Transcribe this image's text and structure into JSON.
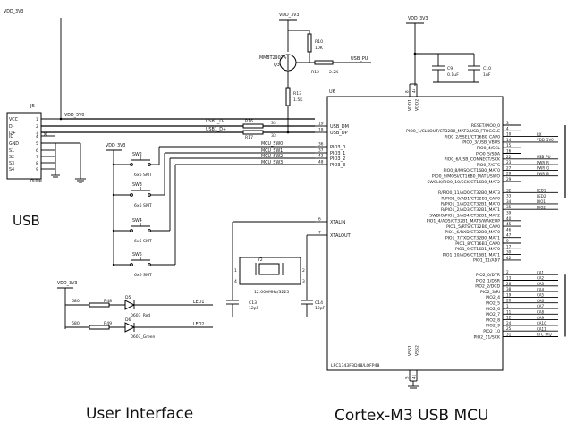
{
  "captions": {
    "usb": "USB",
    "ui": "User Interface",
    "mcu": "Cortex-M3 USB MCU"
  },
  "nets": {
    "vdd_top_left": "VDD_3V3",
    "vdd_q3": "VDD_3V3",
    "vdd_caps": "VDD_3V3",
    "vdd_sw": "VDD_3V3",
    "vdd_led": "VDD_3V3",
    "vdd_5v0": "VDD_5V0",
    "usb_dm": "USB1_D-",
    "usb_dp": "USB1_D+",
    "usb_pu": "USB_PU",
    "mcu_sw0": "MCU_SW0",
    "mcu_sw1": "MCU_SW1",
    "mcu_sw2": "MCU_SW2",
    "mcu_sw3": "MCU_SW3",
    "led1": "LED1",
    "led2": "LED2"
  },
  "usb_conn": {
    "ref": "J5",
    "part": "miniB",
    "pins": [
      {
        "name": "VCC",
        "num": "1"
      },
      {
        "name": "D-",
        "num": "2"
      },
      {
        "name": "D+",
        "num": "3"
      },
      {
        "name": "ID",
        "num": "4"
      },
      {
        "name": "GND",
        "num": "5"
      },
      {
        "name": "S1",
        "num": "6"
      },
      {
        "name": "S2",
        "num": "7"
      },
      {
        "name": "S3",
        "num": "8"
      },
      {
        "name": "S4",
        "num": "9"
      }
    ]
  },
  "parts": {
    "q3_ref": "Q3",
    "q3_part": "MMBT2907A",
    "r10_ref": "R10",
    "r10_val": "10K",
    "r12_ref": "R12",
    "r12_val": "2.2K",
    "r13_ref": "R13",
    "r13_val": "1.5K",
    "r16_ref": "R16",
    "r16_val": "33",
    "r17_ref": "R17",
    "r17_val": "33",
    "c9_ref": "C9",
    "c9_val": "0.1uF",
    "c10_ref": "C10",
    "c10_val": "1uF",
    "y2_ref": "Y2",
    "y2_val": "12.000MHz/3225",
    "c13_ref": "C13",
    "c13_val": "12pF",
    "c14_ref": "C14",
    "c14_val": "12pF",
    "r48_ref": "R48",
    "r48_val": "680",
    "r49_ref": "R49",
    "r49_val": "680",
    "d5_ref": "D5",
    "d5_val": "0603_Red",
    "d6_ref": "D6",
    "d6_val": "0603_Green"
  },
  "switches": [
    {
      "ref": "SW2",
      "part": "6x6 SMT"
    },
    {
      "ref": "SW3",
      "part": "6x6 SMT"
    },
    {
      "ref": "SW4",
      "part": "6x6 SMT"
    },
    {
      "ref": "SW5",
      "part": "6x6 SMT"
    }
  ],
  "mcu": {
    "ref": "U6",
    "part": "LPC1343FBD48/LQFP48",
    "left_pins": [
      {
        "num": "19",
        "name": "USB_DM"
      },
      {
        "num": "18",
        "name": "USB_DP"
      },
      {
        "num": "36",
        "name": "PIO3_0"
      },
      {
        "num": "37",
        "name": "PIO3_1"
      },
      {
        "num": "43",
        "name": "PIO3_2"
      },
      {
        "num": "48",
        "name": "PIO3_3"
      },
      {
        "num": "6",
        "name": "XTALIN"
      },
      {
        "num": "7",
        "name": "XTALOUT"
      }
    ],
    "top_pins": [
      {
        "num": "8",
        "name": "VDD1"
      },
      {
        "num": "44",
        "name": "VDD2"
      }
    ],
    "bottom_pins": [
      {
        "num": "5",
        "name": "VSS1"
      },
      {
        "num": "41",
        "name": "VSS2"
      }
    ],
    "right_pins": [
      {
        "name": "RESET/PIO0_0",
        "num": "3"
      },
      {
        "name": "PIO0_1/CLKOUT/CT32B0_MAT2/USB_FTOGGLE",
        "num": "4"
      },
      {
        "name": "PIO0_2/SSEL/CT16B0_CAP0",
        "num": "10"
      },
      {
        "name": "PIO0_3/USB_VBUS",
        "num": "14"
      },
      {
        "name": "PIO0_4/SCL",
        "num": "15"
      },
      {
        "name": "PIO0_5/SDA",
        "num": "16"
      },
      {
        "name": "PIO0_6/USB_CONNECT/SCK",
        "num": "22"
      },
      {
        "name": "PIO0_7/CTS",
        "num": "23"
      },
      {
        "name": "PIO0_8/MISO/CT16B0_MAT0",
        "num": "27"
      },
      {
        "name": "PIO0_9/MOSI/CT16B0_MAT1/SWO",
        "num": "28"
      },
      {
        "name": "SWCLK/PIO0_10/SCK/CT16B0_MAT2",
        "num": "29"
      },
      {
        "name": "R/PIO0_11/AD0/CT32B0_MAT3",
        "num": "32"
      },
      {
        "name": "R/PIO1_0/AD1/CT32B1_CAP0",
        "num": "33"
      },
      {
        "name": "R/PIO1_1/AD2/CT32B1_MAT0",
        "num": "34"
      },
      {
        "name": "R/PIO1_2/AD3/CT32B1_MAT1",
        "num": "35"
      },
      {
        "name": "SWDIO/PIO1_3/AD4/CT32B1_MAT2",
        "num": "39"
      },
      {
        "name": "PIO1_4/AD5/CT32B1_MAT3/WAKEUP",
        "num": "40"
      },
      {
        "name": "PIO1_5/RTS/CT32B0_CAP0",
        "num": "45"
      },
      {
        "name": "PIO1_6/RXD/CT32B0_MAT0",
        "num": "46"
      },
      {
        "name": "PIO1_7/TXD/CT32B0_MAT1",
        "num": "47"
      },
      {
        "name": "PIO1_8/CT16B1_CAP0",
        "num": "9"
      },
      {
        "name": "PIO1_9/CT16B1_MAT0",
        "num": "17"
      },
      {
        "name": "PIO1_10/AD6/CT16B1_MAT1",
        "num": "30"
      },
      {
        "name": "PIO1_11/AD7",
        "num": "42"
      },
      {
        "name": "PIO2_0/DTR",
        "num": "2"
      },
      {
        "name": "PIO2_1/DSR",
        "num": "13"
      },
      {
        "name": "PIO2_2/DCD",
        "num": "26"
      },
      {
        "name": "PIO2_3/RI",
        "num": "38"
      },
      {
        "name": "PIO2_4",
        "num": "19"
      },
      {
        "name": "PIO2_5",
        "num": "20"
      },
      {
        "name": "PIO2_6",
        "num": "1"
      },
      {
        "name": "PIO2_7",
        "num": "11"
      },
      {
        "name": "PIO2_8",
        "num": "12"
      },
      {
        "name": "PIO2_9",
        "num": "24"
      },
      {
        "name": "PIO2_10",
        "num": "25"
      },
      {
        "name": "PIO2_11/SCK",
        "num": "31"
      }
    ],
    "right_nets": [
      {
        "pin": 2,
        "label": "RX"
      },
      {
        "pin": 3,
        "label": "VDD_5V0"
      },
      {
        "pin": 6,
        "label": "USB_PU"
      },
      {
        "pin": 7,
        "label": "PWR_R"
      },
      {
        "pin": 8,
        "label": "PWR_G"
      },
      {
        "pin": 9,
        "label": "PWR_B"
      },
      {
        "pin": 11,
        "label": "LED1"
      },
      {
        "pin": 12,
        "label": "LED2"
      },
      {
        "pin": 13,
        "label": "DIO1"
      },
      {
        "pin": 14,
        "label": "DIO2"
      },
      {
        "pin": 24,
        "label": "CA1"
      },
      {
        "pin": 25,
        "label": "CA2"
      },
      {
        "pin": 26,
        "label": "CA3"
      },
      {
        "pin": 27,
        "label": "CA4"
      },
      {
        "pin": 28,
        "label": "CA5"
      },
      {
        "pin": 29,
        "label": "CA6"
      },
      {
        "pin": 30,
        "label": "CA7"
      },
      {
        "pin": 31,
        "label": "CA8"
      },
      {
        "pin": 32,
        "label": "CA9"
      },
      {
        "pin": 33,
        "label": "CA10"
      },
      {
        "pin": 34,
        "label": "CA11"
      },
      {
        "pin": 35,
        "label": "RTC_IRQ"
      }
    ]
  }
}
